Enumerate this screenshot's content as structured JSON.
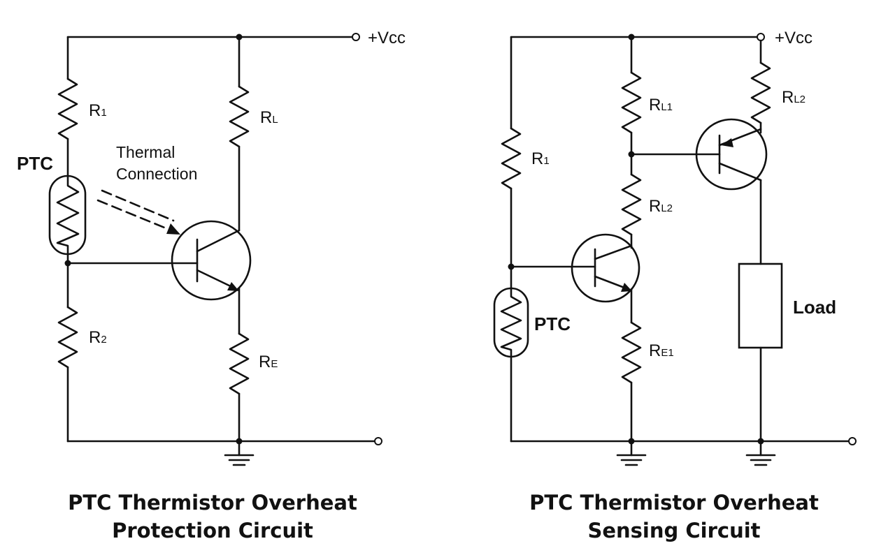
{
  "left_circuit": {
    "vcc_label": "+Vcc",
    "r1": "R",
    "r1_sub": "1",
    "r2": "R",
    "r2_sub": "2",
    "rl": "R",
    "rl_sub": "L",
    "re": "R",
    "re_sub": "E",
    "ptc": "PTC",
    "thermal_line1": "Thermal",
    "thermal_line2": "Connection",
    "caption_line1": "PTC Thermistor Overheat",
    "caption_line2": "Protection Circuit"
  },
  "right_circuit": {
    "vcc_label": "+Vcc",
    "r1": "R",
    "r1_sub": "1",
    "rl1": "R",
    "rl1_sub": "L1",
    "rl2_mid": "R",
    "rl2_mid_sub": "L2",
    "rl2_top": "R",
    "rl2_top_sub": "L2",
    "re1": "R",
    "re1_sub": "E1",
    "ptc": "PTC",
    "load": "Load",
    "caption_line1": "PTC Thermistor Overheat",
    "caption_line2": "Sensing Circuit"
  }
}
